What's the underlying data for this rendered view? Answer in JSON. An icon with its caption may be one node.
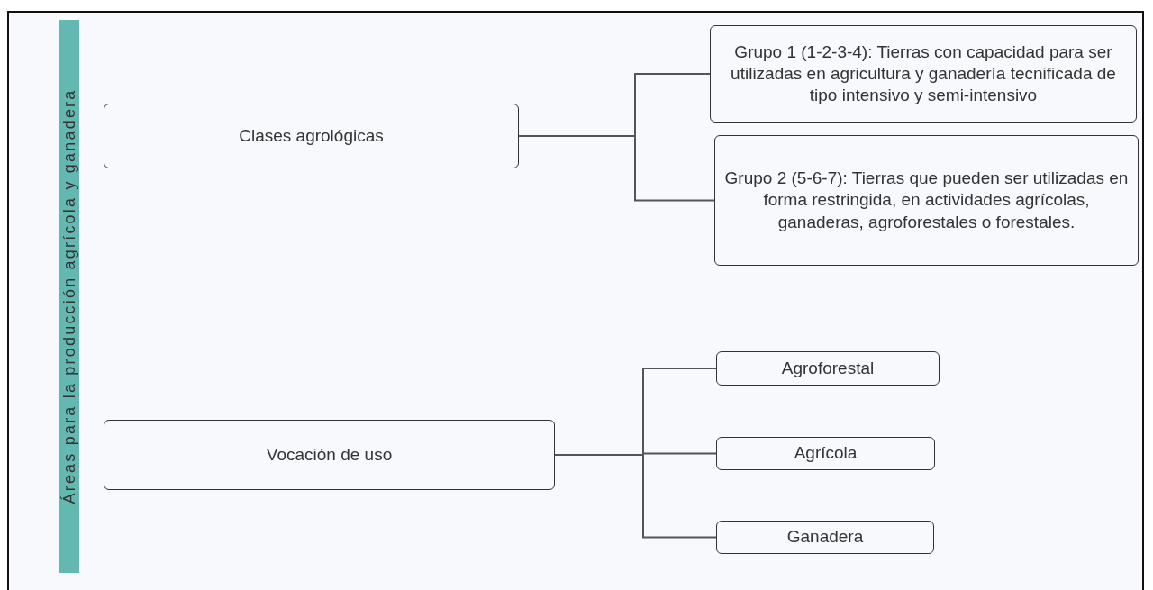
{
  "diagram": {
    "nodes": [
      {
        "text": [
          "Áreas para la producción agrícola y ganadera"
        ]
      },
      {
        "text": [
          "Clases agrológicas"
        ]
      },
      {
        "text": [
          "Grupo 1 (1-2-3-4): Tierras con capacidad para ser utilizadas en agricultura y ganadería tecnificada de tipo intensivo y semi-intensivo"
        ]
      },
      {
        "text": [
          "Grupo 2 (5-6-7): Tierras que pueden ser utilizadas en forma restringida, en actividades agrícolas, ganaderas, agroforestales o forestales."
        ]
      },
      {
        "text": [
          "Vocación de uso"
        ]
      },
      {
        "text": [
          "Agroforestal"
        ]
      },
      {
        "text": [
          "Agrícola"
        ]
      },
      {
        "text": [
          "Ganadera"
        ]
      }
    ],
    "edges": [
      {
        "from": 1,
        "to": 2,
        "arrow": "none"
      },
      {
        "from": 1,
        "to": 3,
        "arrow": "none"
      },
      {
        "from": 4,
        "to": 5,
        "arrow": "none"
      },
      {
        "from": 4,
        "to": 6,
        "arrow": "none"
      },
      {
        "from": 4,
        "to": 7,
        "arrow": "none"
      }
    ]
  }
}
